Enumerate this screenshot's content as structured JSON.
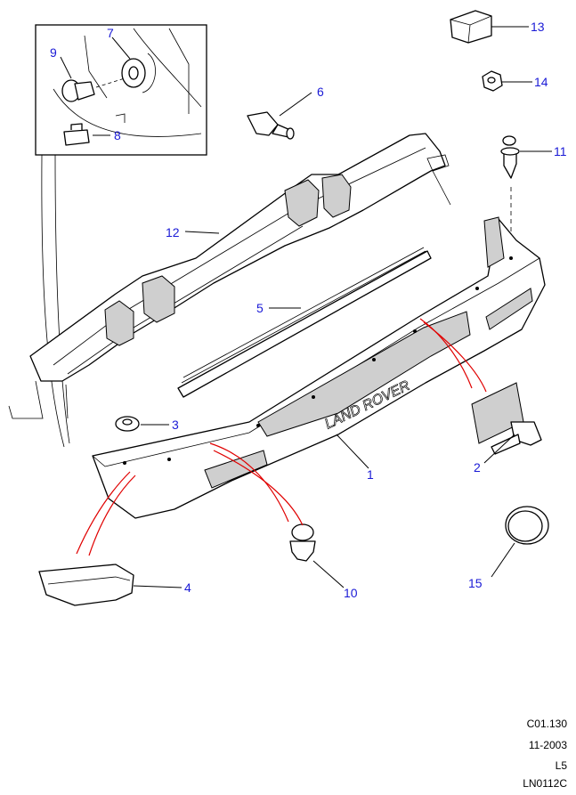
{
  "callouts": {
    "c1": "1",
    "c2": "2",
    "c3": "3",
    "c4": "4",
    "c5": "5",
    "c6": "6",
    "c7": "7",
    "c8": "8",
    "c9": "9",
    "c10": "10",
    "c11": "11",
    "c12": "12",
    "c13": "13",
    "c14": "14",
    "c15": "15"
  },
  "step_lettering": "LAND ROVER",
  "reference": {
    "code": "C01.130",
    "date": "11-2003",
    "level": "L5",
    "illustration_id": "LN0112C"
  },
  "colors": {
    "callout_text": "#1a1ad6",
    "fitting_lines": "#e00000",
    "line_art": "#000000"
  }
}
